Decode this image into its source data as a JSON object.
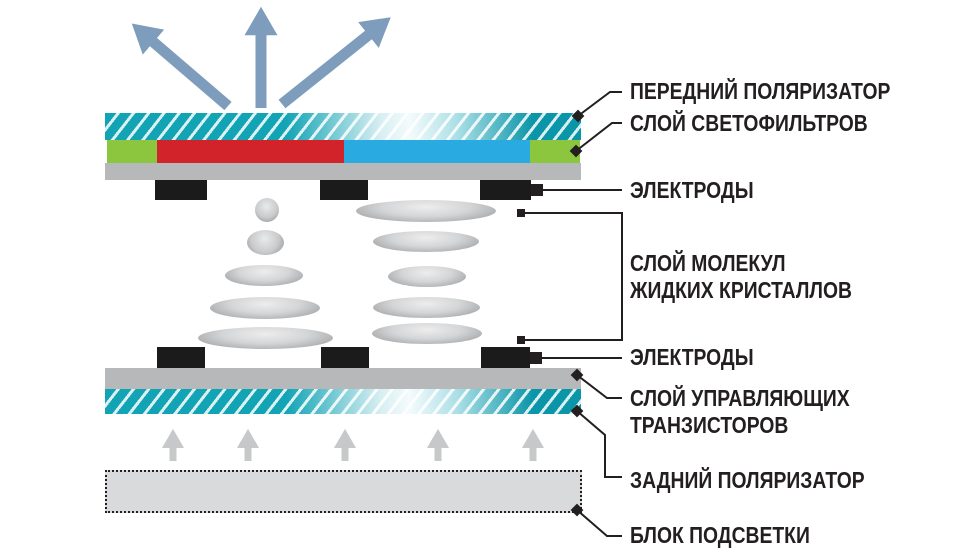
{
  "labels": [
    {
      "id": "front-polarizer",
      "line1": "ПЕРЕДНИЙ ПОЛЯРИЗАТОР"
    },
    {
      "id": "color-filter-layer",
      "line1": "СЛОЙ СВЕТОФИЛЬТРОВ"
    },
    {
      "id": "electrodes-top",
      "line1": "ЭЛЕКТРОДЫ"
    },
    {
      "id": "liquid-crystal-layer",
      "line1": "СЛОЙ МОЛЕКУЛ",
      "line2": "ЖИДКИХ КРИСТАЛЛОВ"
    },
    {
      "id": "electrodes-bottom",
      "line1": "ЭЛЕКТРОДЫ"
    },
    {
      "id": "transistor-layer",
      "line1": "СЛОЙ УПРАВЛЯЮЩИХ",
      "line2": "ТРАНЗИСТОРОВ"
    },
    {
      "id": "back-polarizer",
      "line1": "ЗАДНИЙ ПОЛЯРИЗАТОР"
    },
    {
      "id": "backlight-unit",
      "line1": "БЛОК ПОДСВЕТКИ"
    }
  ],
  "colors": {
    "light-arrow": "#7e9dbc",
    "polarizer-teal": "#12a4b5",
    "polarizer-teal-dark": "#0a95a8",
    "filter-green": "#8cc63f",
    "filter-red": "#d2232a",
    "filter-blue": "#29abe2",
    "glass-gray": "#b7b8ba",
    "electrode-black": "#1b1b1b",
    "molecule-gray": "#939598",
    "backlight-arrow-gray": "#c7c8ca",
    "backlight-fill": "#d9dadc",
    "line-black": "#231f20",
    "text-black": "#231f20"
  }
}
